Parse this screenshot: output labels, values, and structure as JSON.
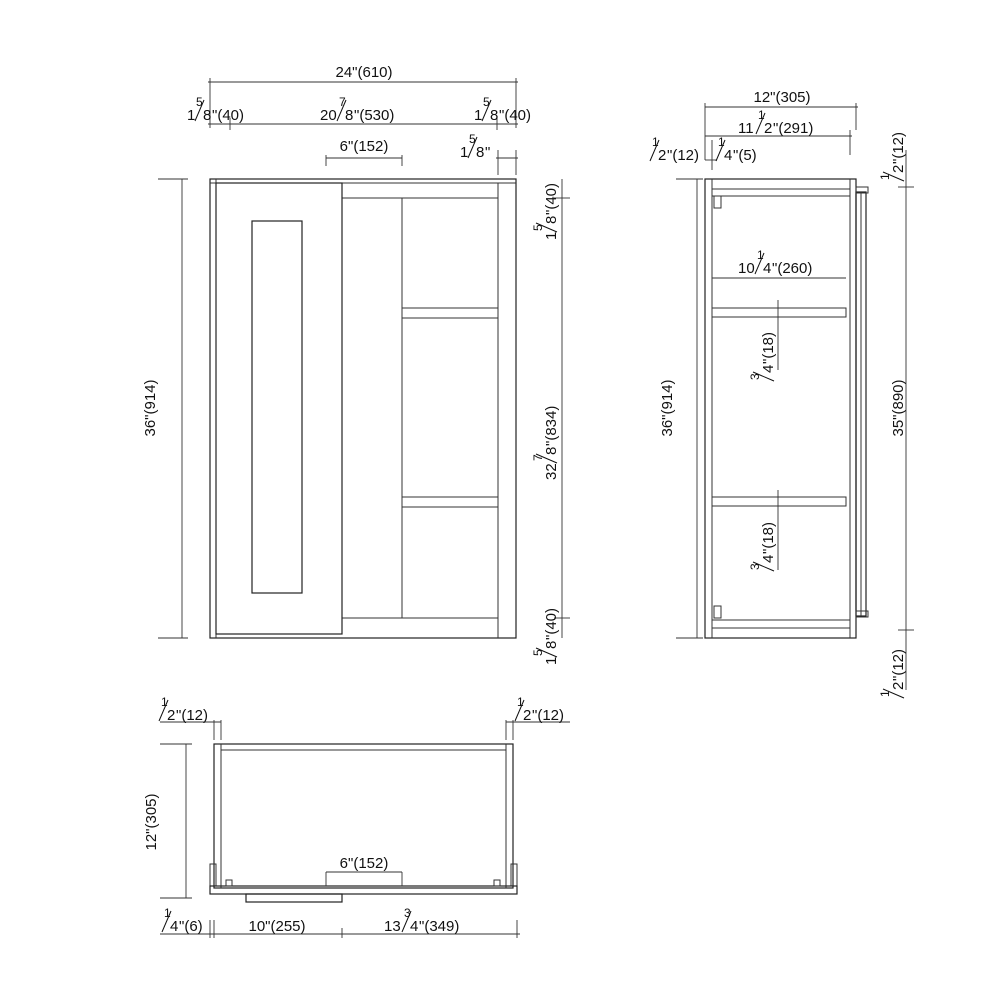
{
  "front_view": {
    "overall_width": "24\"(610)",
    "stile_left": {
      "whole": "1",
      "num": "5",
      "den": "8",
      "rest": "\"(40)"
    },
    "interior_width": {
      "whole": "20",
      "num": "7",
      "den": "8",
      "rest": "\"(530)"
    },
    "stile_right": {
      "whole": "1",
      "num": "5",
      "den": "8",
      "rest": "\"(40)"
    },
    "door_overlap": "6\"(152)",
    "right_stile_small": {
      "whole": "1",
      "num": "5",
      "den": "8",
      "rest": "\""
    },
    "height": "36\"(914)",
    "top_rail": {
      "whole": "1",
      "num": "5",
      "den": "8",
      "rest": "\"(40)"
    },
    "interior_height": {
      "whole": "32",
      "num": "7",
      "den": "8",
      "rest": "\"(834)"
    },
    "bottom_rail": {
      "whole": "1",
      "num": "5",
      "den": "8",
      "rest": "\"(40)"
    }
  },
  "side_view": {
    "overall_depth": "12\"(305)",
    "inner_depth": {
      "whole": "11",
      "num": "1",
      "den": "2",
      "rest": "\"(291)"
    },
    "back_panel": {
      "num": "1",
      "den": "2",
      "rest": "\"(12)"
    },
    "back_gap": {
      "num": "1",
      "den": "4",
      "rest": "\"(5)"
    },
    "shelf_depth": {
      "whole": "10",
      "num": "1",
      "den": "4",
      "rest": "\"(260)"
    },
    "shelf_thickness_1": {
      "num": "3",
      "den": "4",
      "rest": "\"(18)"
    },
    "shelf_thickness_2": {
      "num": "3",
      "den": "4",
      "rest": "\"(18)"
    },
    "height": "36\"(914)",
    "door_height": "35\"(890)",
    "top_reveal": {
      "num": "1",
      "den": "2",
      "rest": "\"(12)"
    },
    "bottom_reveal": {
      "num": "1",
      "den": "2",
      "rest": "\"(12)"
    }
  },
  "top_view": {
    "left_side": {
      "num": "1",
      "den": "2",
      "rest": "\"(12)"
    },
    "right_side": {
      "num": "1",
      "den": "2",
      "rest": "\"(12)"
    },
    "depth": "12\"(305)",
    "door_overlap": "6\"(152)",
    "door_offset": {
      "num": "1",
      "den": "4",
      "rest": "\"(6)"
    },
    "door_width": "10\"(255)",
    "blind_width": {
      "whole": "13",
      "num": "3",
      "den": "4",
      "rest": "\"(349)"
    }
  }
}
